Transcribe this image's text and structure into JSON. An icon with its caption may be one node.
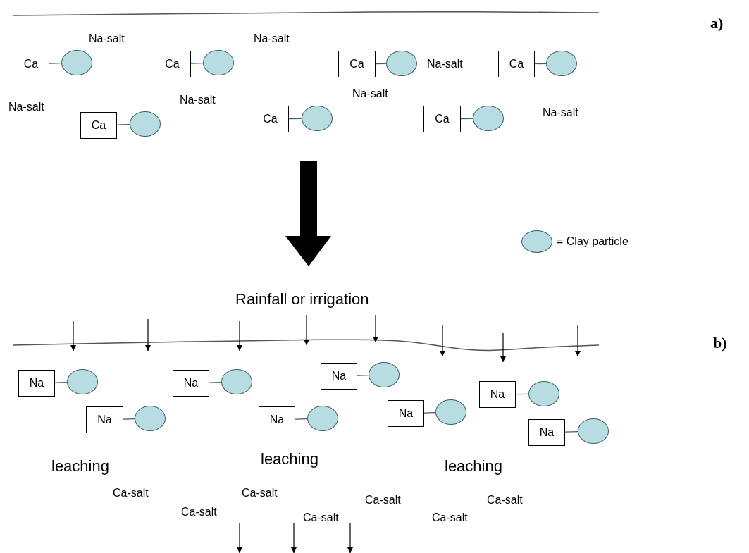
{
  "diagram": {
    "nodes": [
      {
        "text": [
          "Ca"
        ]
      },
      {
        "text": [],
        "shape": "circle"
      },
      {
        "text": [
          "Ca"
        ]
      },
      {
        "text": [],
        "shape": "circle"
      },
      {
        "text": [
          "Ca"
        ]
      },
      {
        "text": [],
        "shape": "circle"
      },
      {
        "text": [
          "Ca"
        ]
      },
      {
        "text": [],
        "shape": "circle"
      },
      {
        "text": [
          "Ca"
        ]
      },
      {
        "text": [],
        "shape": "circle"
      },
      {
        "text": [
          "Ca"
        ]
      },
      {
        "text": [],
        "shape": "circle"
      },
      {
        "text": [
          "Ca"
        ]
      },
      {
        "text": [],
        "shape": "circle"
      },
      {
        "text": [
          "Na"
        ]
      },
      {
        "text": [],
        "shape": "circle"
      },
      {
        "text": [
          "Na"
        ]
      },
      {
        "text": [],
        "shape": "circle"
      },
      {
        "text": [
          "Na"
        ]
      },
      {
        "text": [],
        "shape": "circle"
      },
      {
        "text": [
          "Na"
        ]
      },
      {
        "text": [],
        "shape": "circle"
      },
      {
        "text": [
          "Na"
        ]
      },
      {
        "text": [],
        "shape": "circle"
      },
      {
        "text": [
          "Na"
        ]
      },
      {
        "text": [],
        "shape": "circle"
      },
      {
        "text": [
          "Na"
        ]
      },
      {
        "text": [],
        "shape": "circle"
      },
      {
        "text": [
          "Na"
        ]
      },
      {
        "text": [],
        "shape": "circle"
      }
    ],
    "edges": [
      {
        "from": 0,
        "to": 1,
        "arrow": "none"
      },
      {
        "from": 2,
        "to": 3,
        "arrow": "none"
      },
      {
        "from": 4,
        "to": 5,
        "arrow": "none"
      },
      {
        "from": 6,
        "to": 7,
        "arrow": "none"
      },
      {
        "from": 8,
        "to": 9,
        "arrow": "none"
      },
      {
        "from": 10,
        "to": 11,
        "arrow": "none"
      },
      {
        "from": 12,
        "to": 13,
        "arrow": "none"
      },
      {
        "from": 14,
        "to": 15,
        "arrow": "none"
      },
      {
        "from": 16,
        "to": 17,
        "arrow": "none"
      },
      {
        "from": 18,
        "to": 19,
        "arrow": "none"
      },
      {
        "from": 20,
        "to": 21,
        "arrow": "none"
      },
      {
        "from": 22,
        "to": 23,
        "arrow": "none"
      },
      {
        "from": 24,
        "to": 25,
        "arrow": "none"
      },
      {
        "from": 26,
        "to": 27,
        "arrow": "none"
      },
      {
        "from": 28,
        "to": 29,
        "arrow": "none"
      }
    ],
    "labels": [
      "a)",
      "Na-salt",
      "Na-salt",
      "Na-salt",
      "Na-salt",
      "Na-salt",
      "Na-salt",
      "Na-salt",
      "Rainfall or irrigation",
      "b)",
      "leaching",
      "leaching",
      "leaching",
      "Ca-salt",
      "Ca-salt",
      "Ca-salt",
      "Ca-salt",
      "Ca-salt",
      "Ca-salt",
      "Ca-salt"
    ],
    "legend": [
      {
        "text": "= Clay particle"
      }
    ]
  }
}
